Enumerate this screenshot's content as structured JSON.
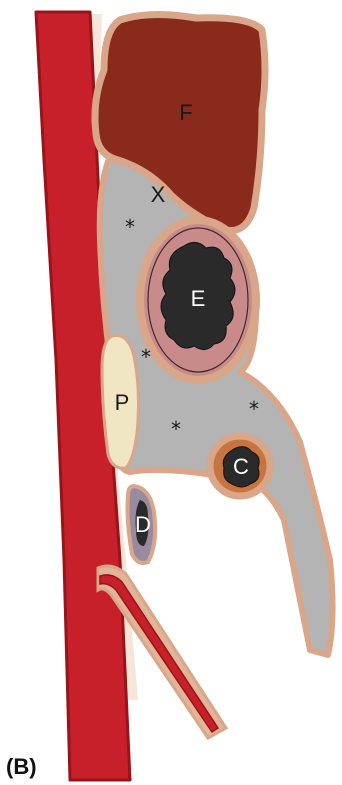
{
  "panel_label": "(B)",
  "labels": {
    "F": "F",
    "X": "X",
    "E": "E",
    "P": "P",
    "C": "C",
    "D": "D"
  },
  "markers": [
    "*",
    "*",
    "*",
    "*"
  ],
  "colors": {
    "artery_red": "#c8202a",
    "artery_dark": "#9a1319",
    "tan_outline": "#d9a68a",
    "skin_bg": "#f4ddd0",
    "liver_brown": "#8a2a1a",
    "fat_grey": "#b4b4b4",
    "pink_ring": "#c98a8a",
    "pancreas_cream": "#f0e6c4",
    "colon_orange": "#c9743e",
    "lumen_dark": "#2a2a2a"
  }
}
